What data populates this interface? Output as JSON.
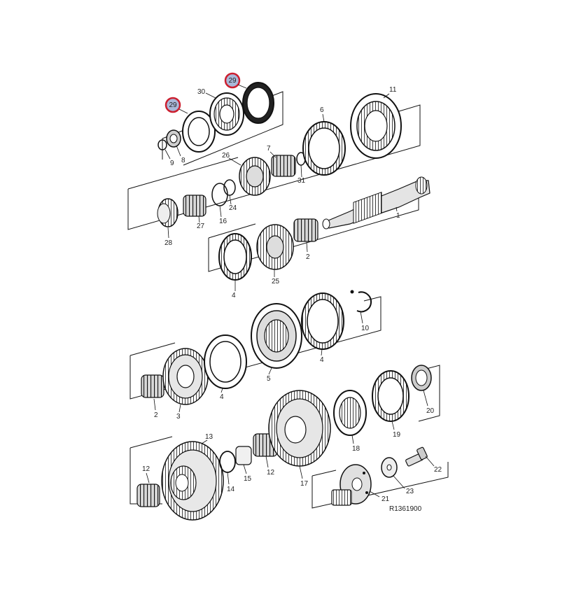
{
  "diagram": {
    "reference": "R1361900",
    "highlight_color": "#cc1f2f",
    "highlight_fill": "#aab8d8",
    "callouts": {
      "p1": "1",
      "p2a": "2",
      "p2b": "2",
      "p3": "3",
      "p4a": "4",
      "p4b": "4",
      "p4c": "4",
      "p5": "5",
      "p6": "6",
      "p7": "7",
      "p8": "8",
      "p9": "9",
      "p10": "10",
      "p11": "11",
      "p12a": "12",
      "p12b": "12",
      "p13": "13",
      "p14": "14",
      "p15": "15",
      "p16": "16",
      "p17": "17",
      "p18": "18",
      "p19": "19",
      "p20": "20",
      "p21": "21",
      "p22": "22",
      "p23": "23",
      "p24": "24",
      "p25": "25",
      "p26": "26",
      "p27": "27",
      "p28": "28",
      "p29a": "29",
      "p29b": "29",
      "p30": "30",
      "p31": "31"
    }
  }
}
